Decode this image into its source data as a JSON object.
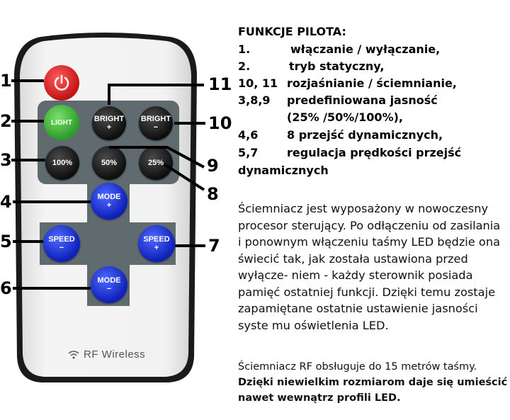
{
  "remote": {
    "buttons": {
      "light": "LIGHT",
      "bright_plus": [
        "BRIGHT",
        "+"
      ],
      "bright_minus": [
        "BRIGHT",
        "−"
      ],
      "b100": "100%",
      "b50": "50%",
      "b25": "25%",
      "mode_plus": [
        "MODE",
        "+"
      ],
      "mode_minus": [
        "MODE",
        "−"
      ],
      "speed_minus": [
        "SPEED",
        "−"
      ],
      "speed_plus": [
        "SPEED",
        "+"
      ]
    },
    "brand": "RF Wireless"
  },
  "callouts": [
    "1",
    "2",
    "3",
    "4",
    "5",
    "6",
    "7",
    "8",
    "9",
    "10",
    "11"
  ],
  "functions": {
    "heading": "FUNKCJE PILOTA:",
    "rows": [
      {
        "num": "1.",
        "text": "włączanie / wyłączanie,"
      },
      {
        "num": "2.",
        "text": "tryb statyczny,"
      },
      {
        "num": "10, 11",
        "text": "rozjaśnianie / ściemnianie,"
      },
      {
        "num": "3,8,9",
        "text": "predefiniowana jasność"
      },
      {
        "num": "",
        "text": "(25% /50%/100%),"
      },
      {
        "num": "4,6",
        "text": "8 przejść dynamicznych,"
      },
      {
        "num": "5,7",
        "text": "regulacja prędkości przejść"
      },
      {
        "num": "",
        "text": "dynamicznych"
      }
    ]
  },
  "description": [
    "Ściemniacz jest wyposażony w nowoczesny",
    "procesor sterujący. Po odłączeniu od zasilania",
    "i ponownym włączeniu taśmy LED będzie ona",
    "świecić tak, jak została ustawiona przed",
    "wyłącze- niem - każdy sterownik posiada",
    "pamięć ostatniej funkcji. Dzięki temu zostaje",
    "zapamiętane ostatnie ustawienie jasności",
    "syste mu oświetlenia LED."
  ],
  "notes": {
    "line1": "Ściemniacz RF obsługuje do 15 metrów taśmy.",
    "line2": "Dzięki niewielkim rozmiarom daje się umieścić",
    "line3": "nawet wewnątrz profili LED."
  }
}
